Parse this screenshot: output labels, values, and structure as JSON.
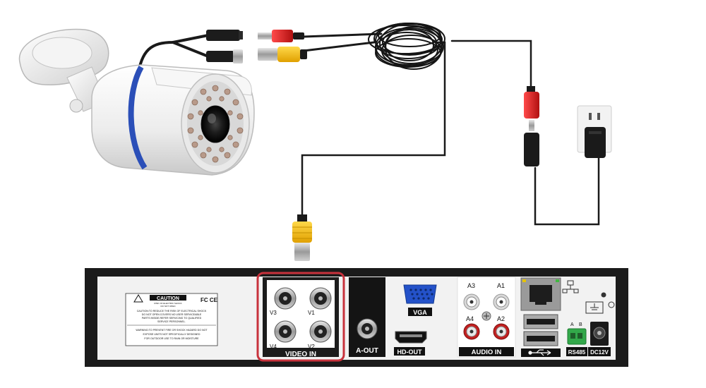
{
  "caution_label": {
    "title": "CAUTION",
    "line1": "RISK OF ELECTRIC SHOCK",
    "line2": "DO NOT OPEN",
    "fcc": "FC CE",
    "warning1": "CAUTION:TO REDUCE THE RISK OF ELECTRICAL SHOCK",
    "warning2": "DO NOT OPEN COVERS NO USER SERVICEABLE",
    "warning3": "PARTS INSIDE.REFER SERVICING TO QUALIFIED",
    "warning4": "SERVICE PERSONNEL.",
    "warning5": "WARNING:TO PREVENT FIRE OR SHOCK HAZARD DO NOT",
    "warning6": "EXPOSE UNITS NOT SPECIFICALLY DESIGNED",
    "warning7": "FOR OUTDOOR USE TO RAIN OR MOISTURE"
  },
  "video_in": {
    "label": "VIDEO IN",
    "v1": "V1",
    "v2": "V2",
    "v3": "V3",
    "v4": "V4",
    "highlight_color": "#c8323c"
  },
  "a_out": {
    "label": "A-OUT"
  },
  "vga": {
    "label": "VGA"
  },
  "hdmi": {
    "label": "HD-OUT"
  },
  "audio_in": {
    "label": "AUDIO IN",
    "a1": "A1",
    "a2": "A2",
    "a3": "A3",
    "a4": "A4"
  },
  "rs485": {
    "label": "RS485",
    "a": "A",
    "b": "B"
  },
  "dc12v": {
    "label": "DC12V"
  },
  "colors": {
    "dvr_body": "#1b1b1b",
    "panel": "#f2f2f2",
    "cable": "#1a1a1a",
    "bnc_yellow": "#f5b800",
    "power_red": "#d62020",
    "camera_ring": "#2b4fb8"
  }
}
